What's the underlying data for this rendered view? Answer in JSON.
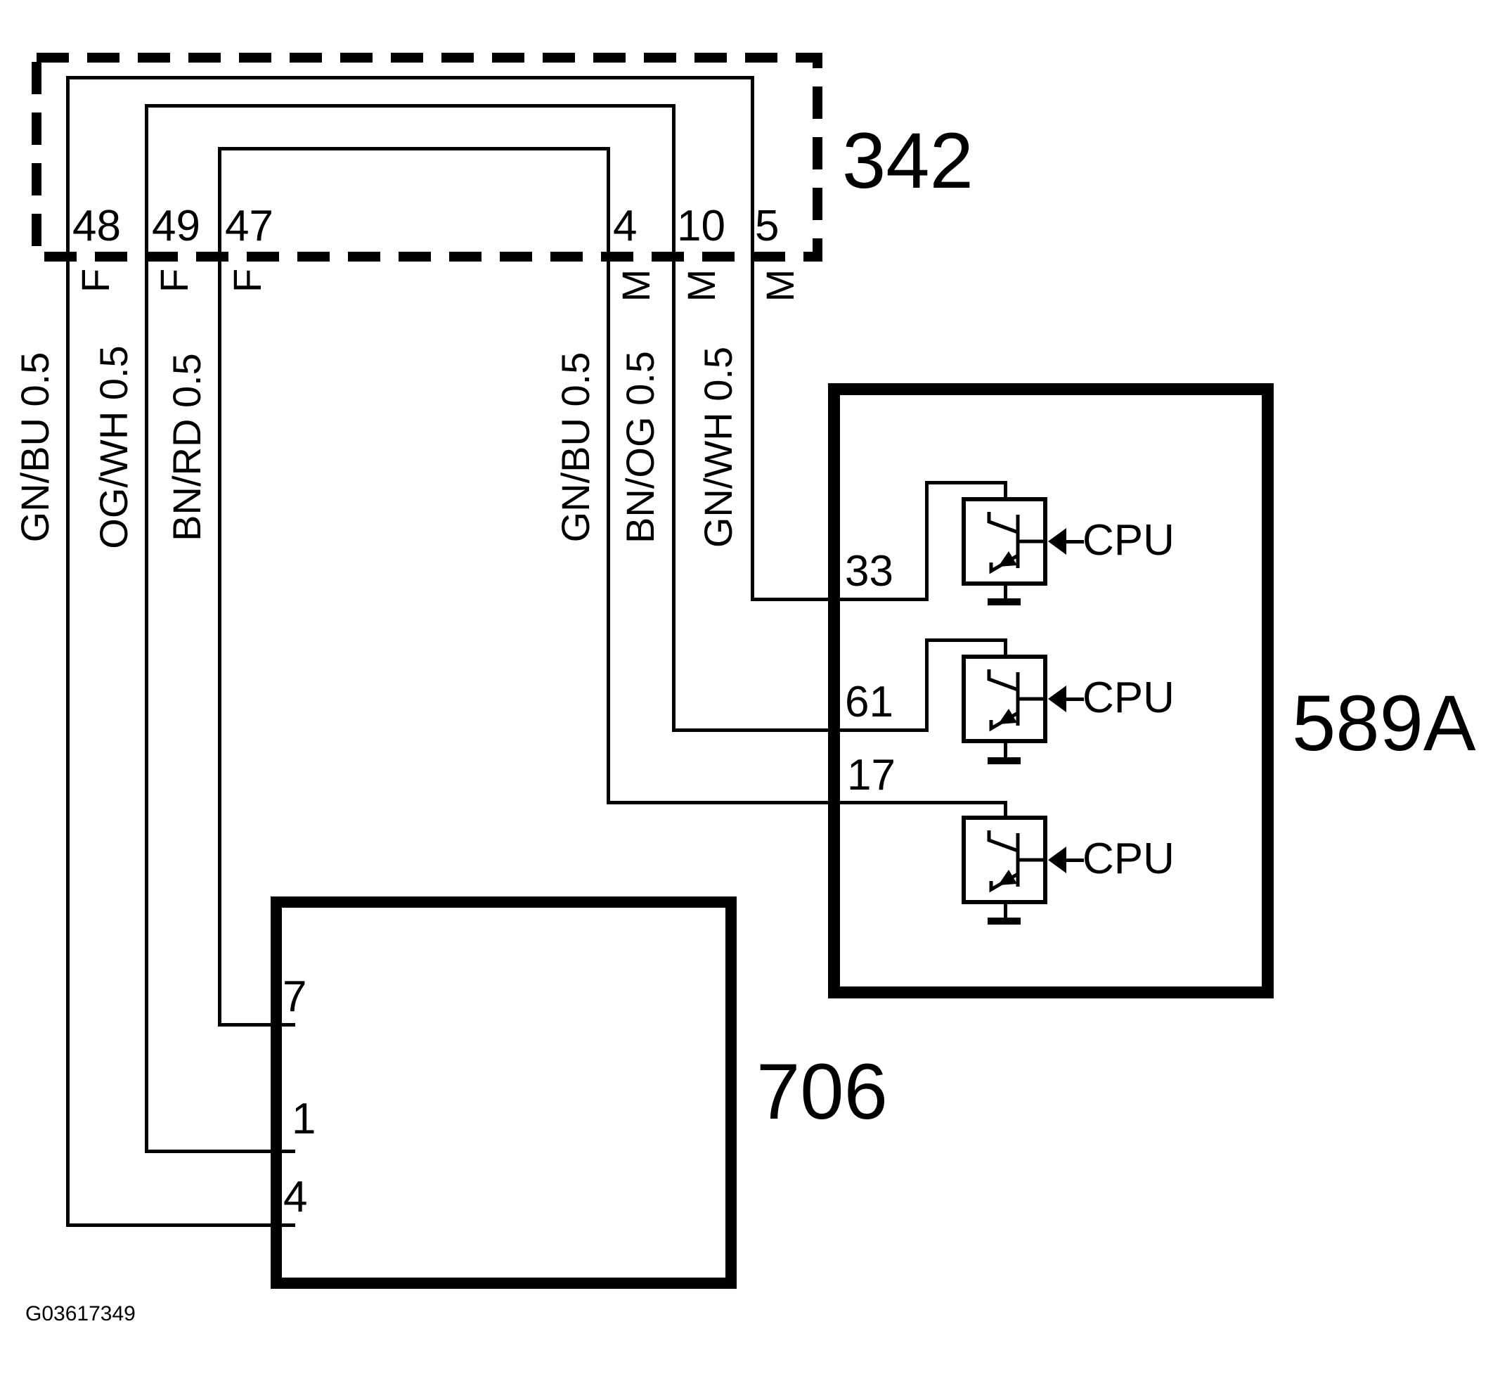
{
  "footer": {
    "doc_code": "G03617349"
  },
  "connector_342": {
    "label": "342",
    "pins": [
      {
        "number": "48",
        "gender": "F",
        "wire_label": "GN/BU 0.5"
      },
      {
        "number": "49",
        "gender": "F",
        "wire_label": "OG/WH 0.5"
      },
      {
        "number": "47",
        "gender": "F",
        "wire_label": "BN/RD 0.5"
      },
      {
        "number": "4",
        "gender": "M",
        "wire_label": "GN/BU 0.5"
      },
      {
        "number": "10",
        "gender": "M",
        "wire_label": "BN/OG 0.5"
      },
      {
        "number": "5",
        "gender": "M",
        "wire_label": "GN/WH 0.5"
      }
    ]
  },
  "module_589a": {
    "label": "589A",
    "pins": [
      "33",
      "61",
      "17"
    ],
    "cpu_label": "CPU"
  },
  "module_706": {
    "label": "706",
    "pins": [
      "7",
      "1",
      "4"
    ]
  },
  "colors": {
    "line": "#000000",
    "background": "#ffffff"
  }
}
